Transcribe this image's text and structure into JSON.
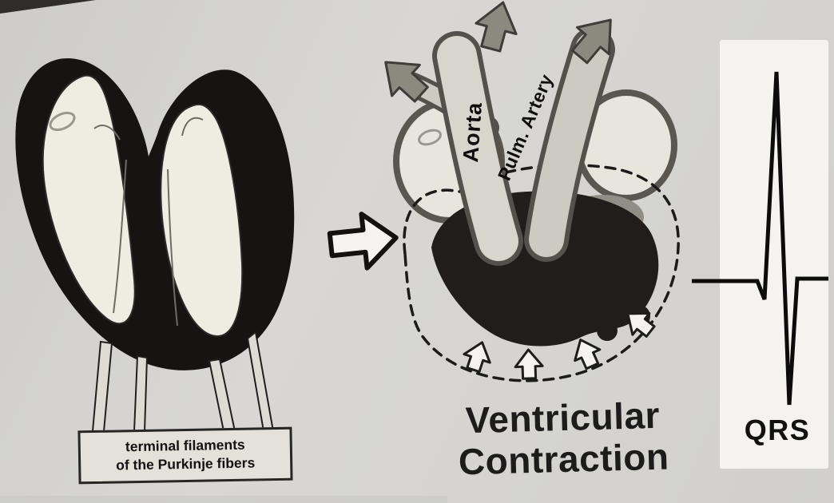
{
  "diagram": {
    "background_color": "#d5d4d1",
    "ink_color": "#141210"
  },
  "left_heart": {
    "caption_line1": "terminal filaments",
    "caption_line2": "of the Purkinje fibers"
  },
  "contracting_heart": {
    "aorta_label": "Aorta",
    "pulmonary_artery_label": "Pulm. Artery"
  },
  "title": {
    "line1": "Ventricular",
    "line2": "Contraction"
  },
  "ecg": {
    "label": "QRS"
  },
  "colors": {
    "panel": "#f4f3f0",
    "cavity": "#efece2",
    "vessel_fill": "#d7d4cb",
    "arrow_gray": "#8c897f",
    "dark_muscle": "#211d1a"
  }
}
